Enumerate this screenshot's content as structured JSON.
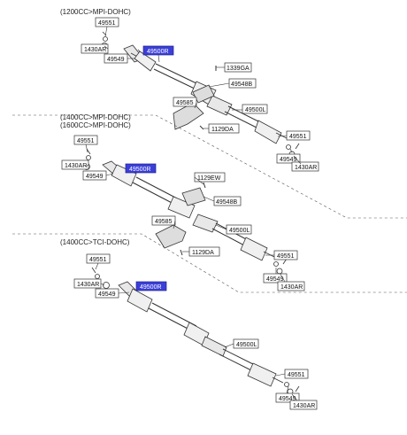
{
  "sections": [
    {
      "engine": "(1200CC>MPI-DOHC)",
      "parts": {
        "p49551_l": "49551",
        "p1430ar_l": "1430AR",
        "p49549_l": "49549",
        "p49500r": "49500R",
        "p1339ga": "1339GA",
        "p49548b": "49548B",
        "p49585": "49585",
        "p1129da": "1129DA",
        "p49500l": "49500L",
        "p49551_r": "49551",
        "p49549_r": "49549",
        "p1430ar_r": "1430AR"
      }
    },
    {
      "engine_1": "(1400CC>MPI-DOHC)",
      "engine_2": "(1600CC>MPI-DOHC)",
      "parts": {
        "p49551_l": "49551",
        "p1430ar_l": "1430AR",
        "p49549_l": "49549",
        "p49500r": "49500R",
        "p1129ew": "1129EW",
        "p49548b": "49548B",
        "p49585": "49585",
        "p1129da": "1129DA",
        "p49500l": "49500L",
        "p49551_r": "49551",
        "p49549_r": "49549",
        "p1430ar_r": "1430AR"
      }
    },
    {
      "engine": "(1400CC>TCI-DOHC)",
      "parts": {
        "p49551_l": "49551",
        "p1430ar_l": "1430AR",
        "p49549_l": "49549",
        "p49500r": "49500R",
        "p49500l": "49500L",
        "p49551_r": "49551",
        "p49549_r": "49549",
        "p1430ar_r": "1430AR"
      }
    }
  ],
  "colors": {
    "highlight": "#3b3fd6",
    "line": "#333333",
    "dashed": "#555555"
  }
}
